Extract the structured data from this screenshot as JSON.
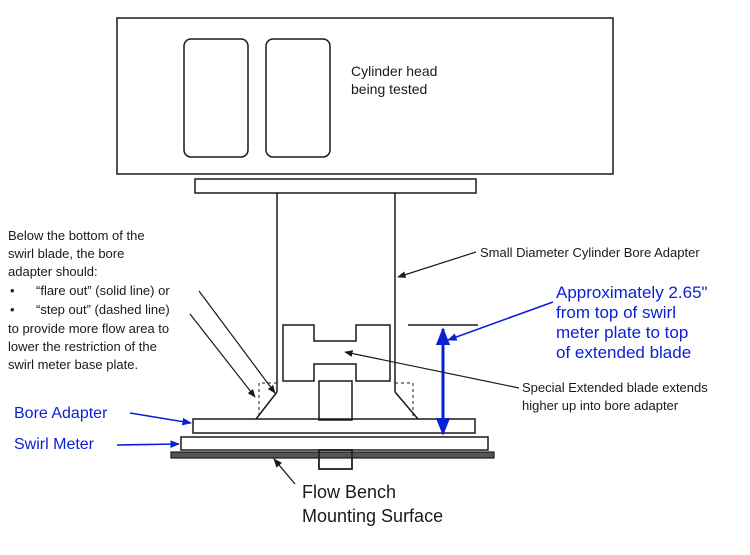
{
  "labels": {
    "cylinder_head": [
      "Cylinder head",
      "being tested"
    ],
    "bore_adapter_callout": "Small Diameter Cylinder Bore Adapter",
    "instructions": [
      "Below the bottom of the",
      "swirl blade, the bore",
      "adapter should:",
      "“flare out” (solid line) or",
      "“step out” (dashed line)",
      "to provide more flow area to",
      "lower the restriction of the",
      "swirl meter base plate."
    ],
    "bullet": "•",
    "dimension": [
      "Approximately 2.65\"",
      "from top of swirl",
      "meter plate to top",
      "of extended blade"
    ],
    "blade_callout": [
      "Special Extended blade extends",
      "higher up into bore adapter"
    ],
    "bore_adapter": "Bore Adapter",
    "swirl_meter": "Swirl Meter",
    "mounting_surface": [
      "Flow Bench",
      "Mounting Surface"
    ]
  },
  "colors": {
    "line": "#1a1a1a",
    "accent": "#0a1fd6",
    "mounting_plate": "#555555"
  }
}
